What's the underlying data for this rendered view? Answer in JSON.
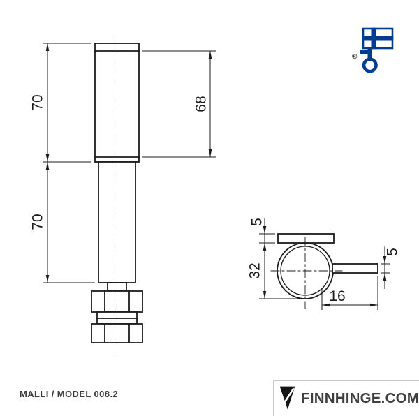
{
  "drawing": {
    "dimensions": {
      "upper_length": "70",
      "lower_length": "70",
      "pin_length": "68",
      "plate_thickness": "5",
      "outer_diameter": "32",
      "leaf_thickness": "5",
      "leaf_length": "16"
    }
  },
  "logo": {
    "registered_mark": "®"
  },
  "footer": {
    "model_label": "MALLI / MODEL 008.2",
    "brand": "FINNHINGE.COM"
  },
  "colors": {
    "line": "#1b1b1b",
    "key_flag_blue": "#003d8f",
    "brand_text": "#3f3f3f",
    "brand_icon": "#151515"
  }
}
